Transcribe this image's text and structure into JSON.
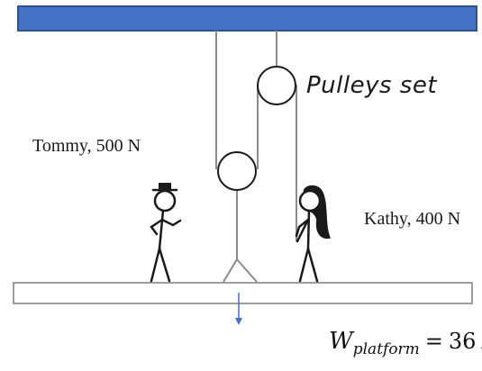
{
  "labels": {
    "pulleys": "Pulleys set",
    "tommy": "Tommy, 500 N",
    "kathy": "Kathy, 400 N"
  },
  "weight": {
    "symbol": "W",
    "subscript": "platform",
    "equals": "=",
    "value": "36",
    "unit": "N"
  },
  "colors": {
    "ceiling": "#4472C4",
    "ceiling_border": "#2F528F",
    "rope": "#8c8c8c",
    "figure": "#1a1a1a",
    "arrow": "#4472C4",
    "platform_border": "#7f7f7f"
  }
}
